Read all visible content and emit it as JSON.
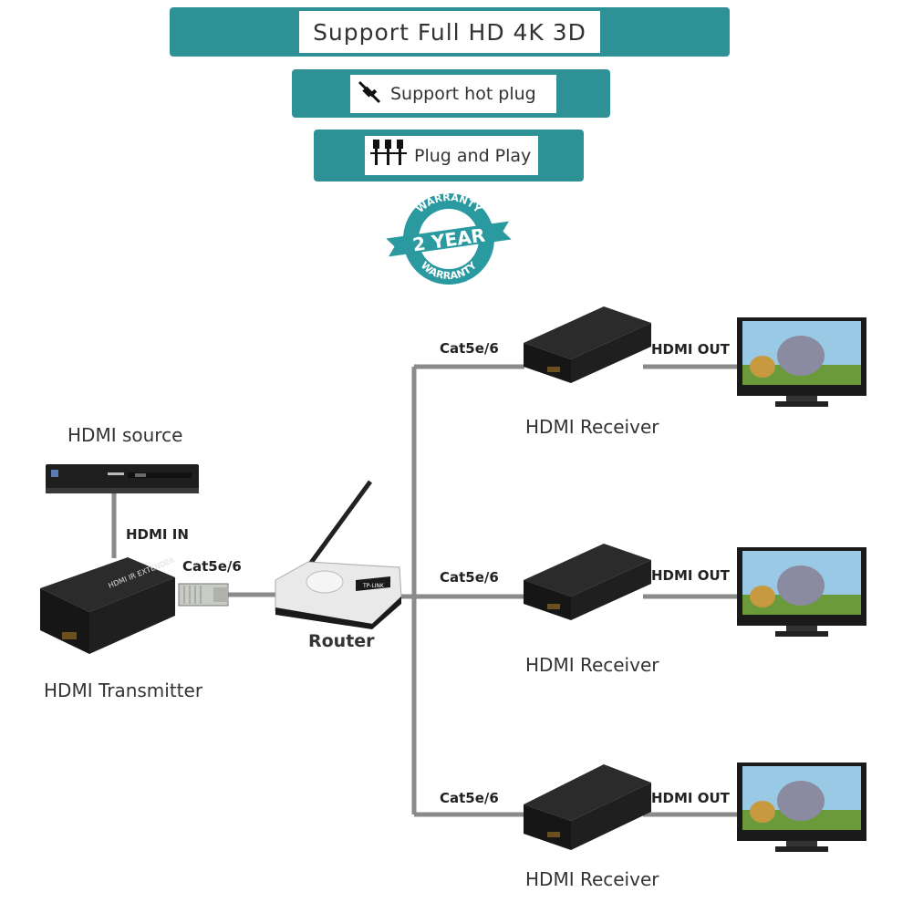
{
  "banners": {
    "full_hd": "Support Full HD 4K 3D",
    "hot_plug": "Support hot plug",
    "plug_play": "Plug and Play"
  },
  "warranty": {
    "top": "WARRANTY",
    "main": "2 YEAR",
    "bottom": "WARRANTY"
  },
  "source": {
    "label": "HDMI source",
    "port_label": "HDMI IN"
  },
  "transmitter": {
    "label": "HDMI Transmitter",
    "cable_label": "Cat5e/6"
  },
  "router": {
    "label": "Router",
    "brand": "TP-LINK"
  },
  "receivers": [
    {
      "label": "HDMI Receiver",
      "cable_label": "Cat5e/6",
      "out_label": "HDMI OUT"
    },
    {
      "label": "HDMI Receiver",
      "cable_label": "Cat5e/6",
      "out_label": "HDMI OUT"
    },
    {
      "label": "HDMI Receiver",
      "cable_label": "Cat5e/6",
      "out_label": "HDMI OUT"
    }
  ],
  "device_text": "HDMI IR EXTENDER",
  "colors": {
    "teal": "#2d9196",
    "cable": "#8a8a8a",
    "device": "#1c1c1c",
    "warranty": "#2a9aa0"
  }
}
